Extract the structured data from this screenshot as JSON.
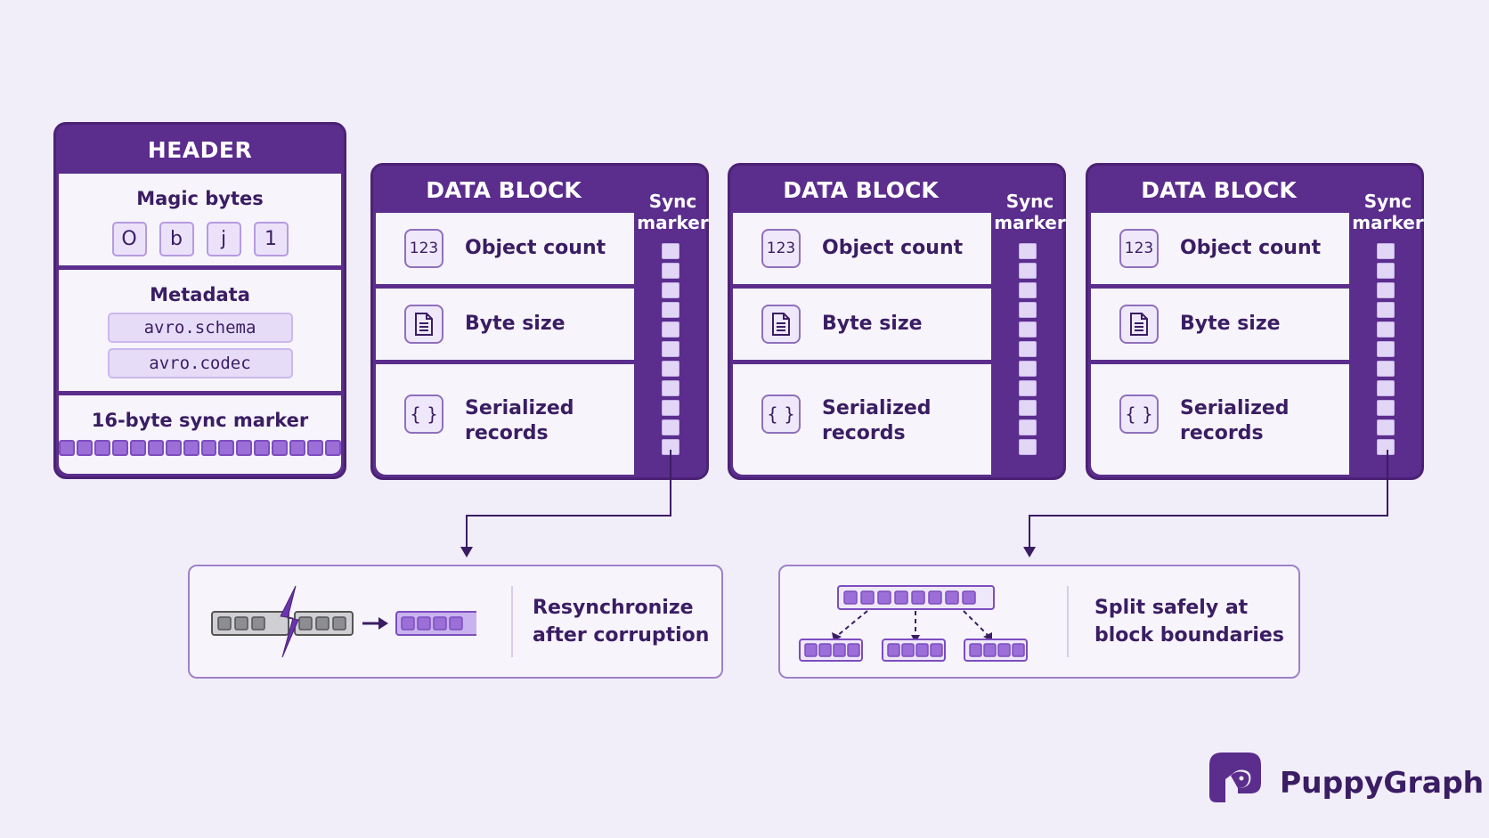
{
  "header": {
    "title": "HEADER",
    "magic_label": "Magic bytes",
    "magic_bytes": [
      "O",
      "b",
      "j",
      "1"
    ],
    "metadata_label": "Metadata",
    "metadata_items": [
      "avro.schema",
      "avro.codec"
    ],
    "sync_label": "16-byte sync marker"
  },
  "data_blocks": [
    {
      "title": "DATA BLOCK",
      "object_count": "Object count",
      "byte_size": "Byte size",
      "records": "Serialized records",
      "sync_label": "Sync marker"
    },
    {
      "title": "DATA BLOCK",
      "object_count": "Object count",
      "byte_size": "Byte size",
      "records": "Serialized records",
      "sync_label": "Sync marker"
    },
    {
      "title": "DATA BLOCK",
      "object_count": "Object count",
      "byte_size": "Byte size",
      "records": "Serialized records",
      "sync_label": "Sync marker"
    }
  ],
  "icons": {
    "count": "123",
    "records": "{ }"
  },
  "resync": {
    "text": "Resynchronize after corruption"
  },
  "split": {
    "text": "Split safely at block boundaries"
  },
  "brand": {
    "name": "PuppyGraph"
  },
  "colors": {
    "primary_purple": "#5b2d8c",
    "light_purple": "#9b6ed8",
    "background": "#f2eef9",
    "text": "#3a1d63"
  }
}
